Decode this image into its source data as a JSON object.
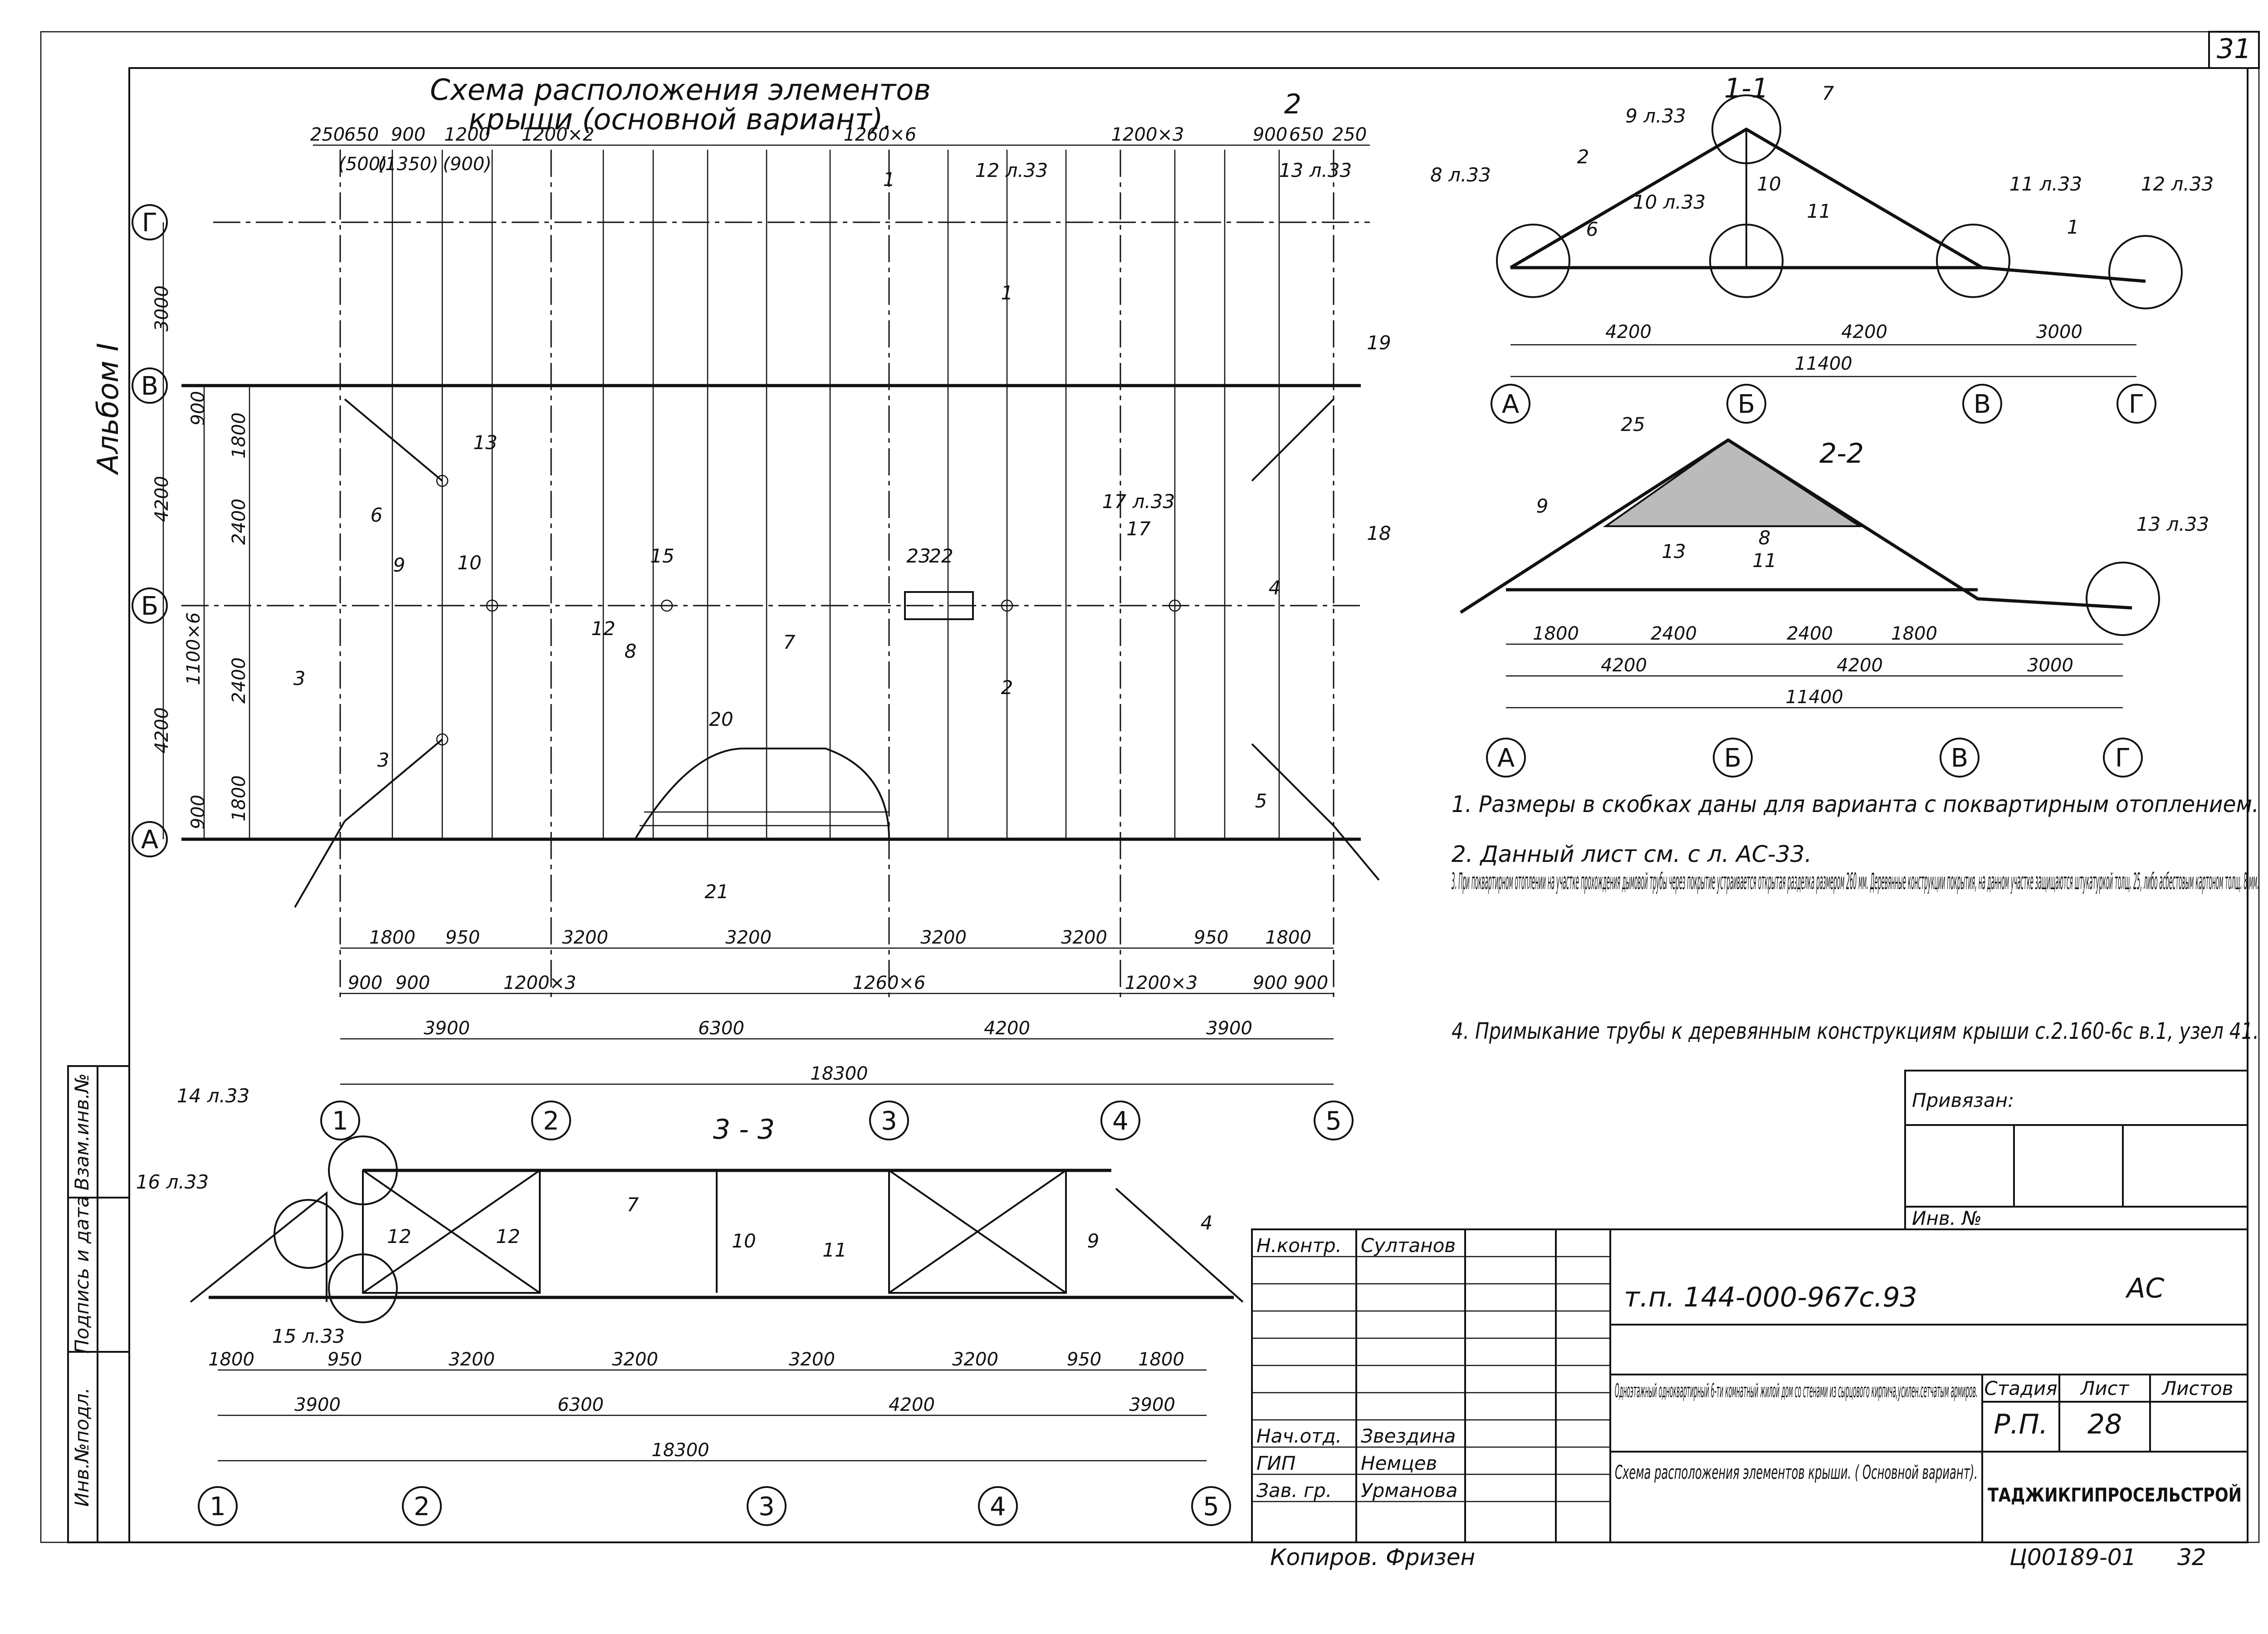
{
  "sheet": {
    "page_number": "31",
    "album": "Альбом I",
    "corner_number": "32",
    "copied_by": "Копиров. Фризен",
    "archive_code": "Ц00189-01"
  },
  "plan": {
    "title_line1": "Схема расположения элементов",
    "title_line2": "крыши (основной вариант).",
    "top_dims": [
      "250",
      "650",
      "900",
      "1200",
      "1200×2",
      "1260×6",
      "1200×3",
      "900",
      "650",
      "250"
    ],
    "top_dims_alt": [
      "(500)",
      "(1350)",
      "(900)"
    ],
    "left_dims_outer": [
      "3000",
      "4200",
      "1100×6",
      "4200"
    ],
    "left_dims_inner": [
      "900",
      "1800",
      "2400",
      "2400",
      "1800",
      "900"
    ],
    "row_axes": [
      "Г",
      "В",
      "Б",
      "А"
    ],
    "col_axes": [
      "1",
      "2",
      "3",
      "4",
      "5"
    ],
    "bottom_dims_row1": [
      "1800",
      "950",
      "3200",
      "3200",
      "3200",
      "3200",
      "950",
      "1800"
    ],
    "bottom_dims_row2": [
      "900",
      "900",
      "1200×3",
      "1260×6",
      "1200×3",
      "900",
      "900"
    ],
    "bottom_dims_row3": [
      "3900",
      "6300",
      "4200",
      "3900"
    ],
    "bottom_dims_total": "18300",
    "callouts": [
      "1",
      "2",
      "3",
      "4",
      "5",
      "6",
      "7",
      "8",
      "9",
      "10",
      "12",
      "13",
      "15",
      "17",
      "18",
      "19",
      "20",
      "21",
      "22",
      "23"
    ],
    "refs": [
      "12 л.33",
      "13 л.33",
      "17 л.33"
    ],
    "section_marks": [
      "1",
      "2",
      "3"
    ]
  },
  "section_1_1": {
    "title": "1-1",
    "dims": [
      "4200",
      "4200",
      "3000"
    ],
    "total": "11400",
    "axes": [
      "А",
      "Б",
      "В",
      "Г"
    ],
    "callouts": [
      "9 л.33",
      "7",
      "2",
      "8 л.33",
      "10 л.33",
      "10",
      "11",
      "6",
      "11 л.33",
      "12 л.33",
      "1"
    ]
  },
  "section_2_2": {
    "title": "2-2",
    "dims_top": [
      "1800",
      "2400",
      "2400",
      "1800"
    ],
    "dims_mid": [
      "4200",
      "4200",
      "3000"
    ],
    "total": "11400",
    "axes": [
      "А",
      "Б",
      "В",
      "Г"
    ],
    "callouts": [
      "25",
      "9",
      "13",
      "8",
      "11",
      "13 л.33"
    ]
  },
  "section_3_3": {
    "title": "3 - 3",
    "dims_row1": [
      "1800",
      "950",
      "3200",
      "3200",
      "3200",
      "3200",
      "950",
      "1800"
    ],
    "dims_row2": [
      "3900",
      "6300",
      "4200",
      "3900"
    ],
    "total": "18300",
    "axes": [
      "1",
      "2",
      "3",
      "4",
      "5"
    ],
    "callouts": [
      "14 л.33",
      "16 л.33",
      "12",
      "12",
      "7",
      "10",
      "11",
      "9",
      "4",
      "15 л.33"
    ]
  },
  "notes": [
    "1. Размеры в скобках даны для варианта с поквартирным отоплением.",
    "2. Данный лист см. с л. АС-33.",
    "3. При поквартирном отоплении на участке прохождения дымовой трубы через покрытие устраивается открытая разделка размером 260 мм. Деревянные конструкции покрытия, на данном участке защищаются штукатуркой толщ. 25, либо асбестовым картоном толщ. 8 мм.",
    "4. Примыкание трубы к деревянным конструкциям крыши с.2.160-6с в.1, узел 41."
  ],
  "title_block": {
    "bound_label": "Привязан:",
    "inv_label": "Инв. №",
    "side_labels": [
      "Взам.инв.№",
      "Подпись и дата",
      "Инв.№подл."
    ],
    "project_code": "т.п. 144-000-967с.93",
    "mark": "АС",
    "roles": [
      {
        "role": "Н.контр.",
        "name": "Султанов"
      },
      {
        "role": "Нач.отд.",
        "name": "Звездина"
      },
      {
        "role": "ГИП",
        "name": "Немцев"
      },
      {
        "role": "Зав. гр.",
        "name": "Урманова"
      }
    ],
    "building_desc": "Одноэтажный одноквартирный 6-ти комнатный жилой дом со стенами из сырцового кирпича,усилен.сетчатым армиров.",
    "sheet_title": "Схема расположения элементов крыши. ( Основной вариант).",
    "stage_label": "Стадия",
    "sheet_label": "Лист",
    "sheets_label": "Листов",
    "stage": "Р.П.",
    "sheet_no": "28",
    "organization": "ТАДЖИКГИПРОСЕЛЬСТРОЙ"
  }
}
